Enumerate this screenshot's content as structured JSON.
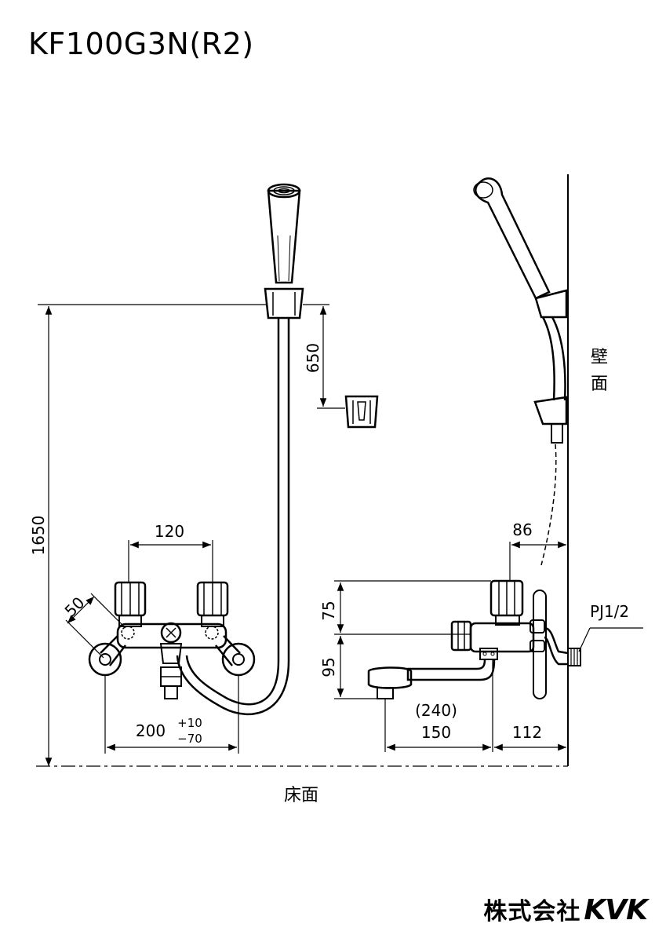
{
  "title": "KF100G3N(R2)",
  "dimensions": {
    "holder_offset": "650",
    "total_height": "1650",
    "handle_pitch": "120",
    "handle_offset": "50",
    "inlet_pitch": "200",
    "inlet_tol_plus": "+10",
    "inlet_tol_minus": "−70",
    "upper_height": "75",
    "lower_height": "95",
    "wall_to_body": "86",
    "spout_reach_ref": "(240)",
    "spout_reach": "150",
    "body_to_wall": "112",
    "thread_size": "PJ1/2"
  },
  "labels": {
    "floor": "床面",
    "wall_line1": "壁",
    "wall_line2": "面"
  },
  "logo": {
    "company": "株式会社",
    "brand": "KVK"
  }
}
